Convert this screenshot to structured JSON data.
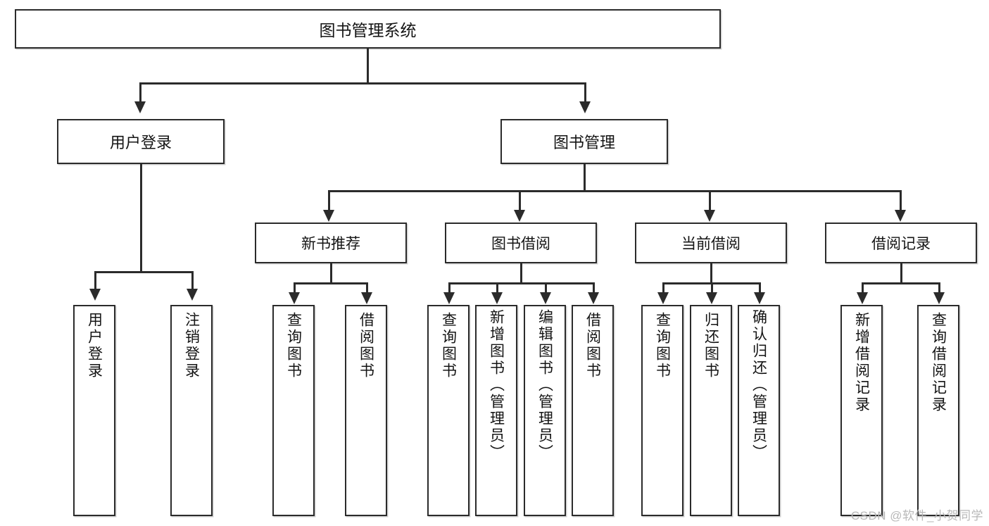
{
  "diagram": {
    "type": "tree",
    "title": "图书管理系统",
    "watermark": "CSDN @软件_小贺同学",
    "colors": {
      "stroke": "#2b2b2b",
      "fill": "#ffffff",
      "text": "#141414",
      "watermark": "#b8b8b8"
    },
    "nodes": {
      "root": {
        "label": "图书管理系统"
      },
      "level1": [
        {
          "label": "用户登录"
        },
        {
          "label": "图书管理"
        }
      ],
      "level2": [
        {
          "label": "新书推荐"
        },
        {
          "label": "图书借阅"
        },
        {
          "label": "当前借阅"
        },
        {
          "label": "借阅记录"
        }
      ],
      "leaves": {
        "user_login": [
          {
            "label": "用户登录"
          },
          {
            "label": "注销登录"
          }
        ],
        "new_book_recommend": [
          {
            "label": "查询图书"
          },
          {
            "label": "借阅图书"
          }
        ],
        "book_borrow": [
          {
            "label": "查询图书"
          },
          {
            "label": "新增图书（管理员）"
          },
          {
            "label": "编辑图书（管理员）"
          },
          {
            "label": "借阅图书"
          }
        ],
        "current_borrow": [
          {
            "label": "查询图书"
          },
          {
            "label": "归还图书"
          },
          {
            "label": "确认归还（管理员）"
          }
        ],
        "borrow_record": [
          {
            "label": "新增借阅记录"
          },
          {
            "label": "查询借阅记录"
          }
        ]
      }
    }
  }
}
